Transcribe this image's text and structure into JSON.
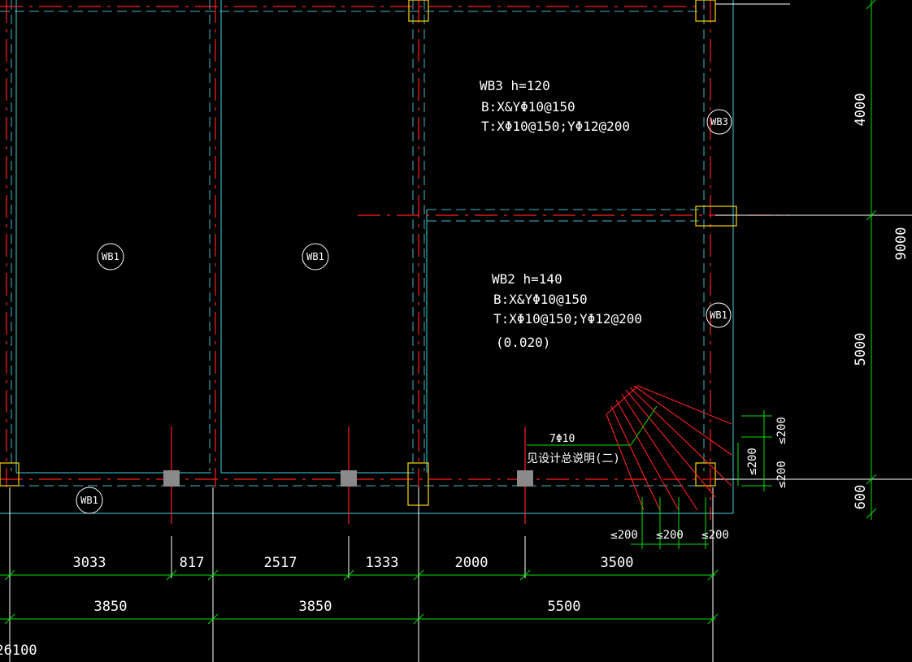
{
  "colors": {
    "background": "#000000",
    "beam_red": "#ff2020",
    "beam_dash_cyan": "#3fb8c8",
    "dimension_green": "#00e000",
    "column_yellow": "#ffd700",
    "wall_outline_cyan": "#40d0e0",
    "text_white": "#ffffff",
    "grid_white": "#ffffff",
    "gray_column": "#8a8a8a"
  },
  "slab_tags": {
    "wb1": "WB1",
    "wb2": "WB2",
    "wb3": "WB3"
  },
  "panel_wb3": {
    "line1": "WB3   h=120",
    "line2": "B:X&YΦ10@150",
    "line3": "T:XΦ10@150;YΦ12@200"
  },
  "panel_wb2": {
    "line1": "WB2   h=140",
    "line2": "B:X&YΦ10@150",
    "line3": "T:XΦ10@150;YΦ12@200",
    "line4": "(0.020)"
  },
  "corner_rebar": {
    "label": "7Φ10",
    "note": "见设计总说明(二)"
  },
  "corner_limits": {
    "right_top": "≤200",
    "right_mid": "≤200",
    "right_bottom": "≤200",
    "bottom_left": "≤200",
    "bottom_mid": "≤200",
    "bottom_right": "≤200"
  },
  "dims_row1": [
    "3033",
    "817",
    "2517",
    "1333",
    "2000",
    "3500"
  ],
  "dims_row2": [
    "3850",
    "3850",
    "5500"
  ],
  "dim_total": "26100",
  "dims_right": {
    "upper": "4000",
    "lower": "5000",
    "bottom": "600",
    "total": "9000"
  }
}
